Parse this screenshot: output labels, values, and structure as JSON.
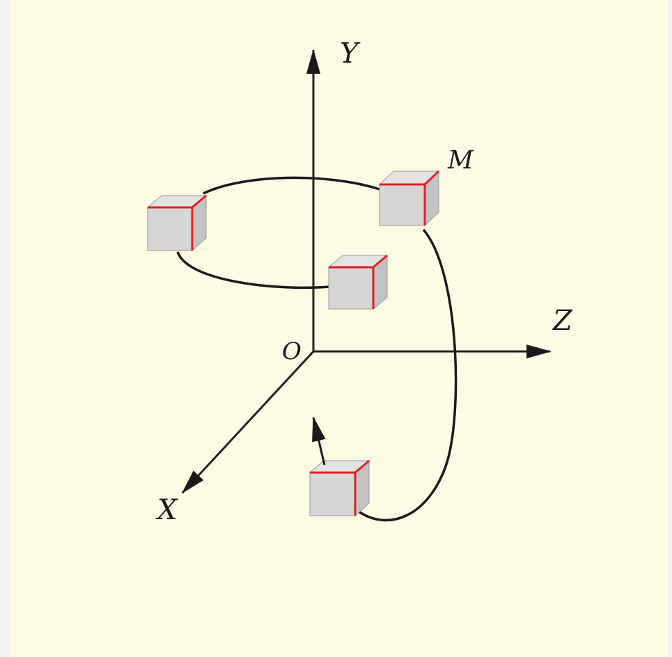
{
  "diagram": {
    "axis_labels": {
      "y": "Y",
      "z": "Z",
      "x": "X",
      "origin": "O"
    },
    "mass_label": "M",
    "colors": {
      "background": "#fdfbe3",
      "frame": "#f2f2f2",
      "axis": "#222222",
      "cube_face_front": "#d6d6d6",
      "cube_face_top": "#e4e4e4",
      "cube_face_side": "#c2c2c2",
      "cube_edge_highlight": "#e02020",
      "trajectory": "#1a1a1a"
    },
    "cubes": [
      {
        "name": "cube-m"
      },
      {
        "name": "cube-left"
      },
      {
        "name": "cube-center"
      },
      {
        "name": "cube-bottom"
      }
    ]
  }
}
